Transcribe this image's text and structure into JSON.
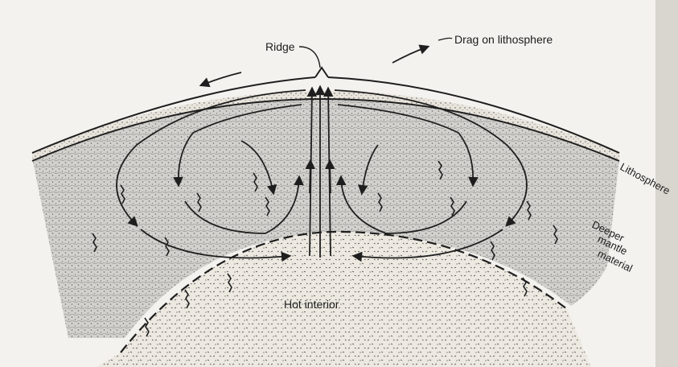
{
  "labels": {
    "ridge": "Ridge",
    "drag": "Drag on lithosphere",
    "lithosphere": "Lithosphere",
    "deeper_line1": "Deeper",
    "deeper_line2": "mantle",
    "deeper_line3": "material",
    "hot_interior": "Hot interior"
  },
  "colors": {
    "paper": "#f4f2ee",
    "ink": "#1e1e1e",
    "mantle_fill": "#c9c9c6",
    "interior_fill": "#ece8e0",
    "page_bleed": "#d9d6cf"
  }
}
